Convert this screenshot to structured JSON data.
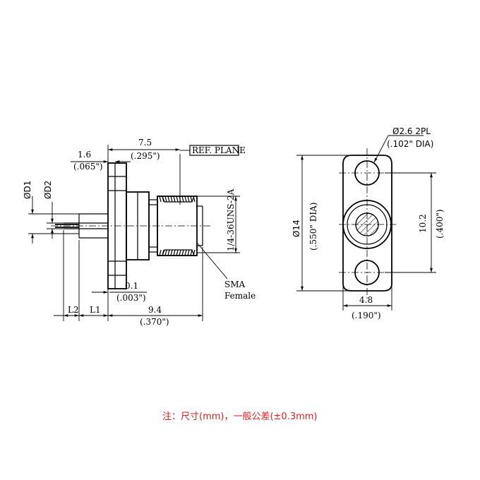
{
  "side_view": {
    "dim_1_6": "1.6",
    "dim_1_6_in": "(.065\")",
    "dim_7_5": "7.5",
    "dim_7_5_in": "(.295\")",
    "ref_plane": "REF. PLANE",
    "d1": "ØD1",
    "d2": "ØD2",
    "thread": "1/4-36UNS-2A",
    "sma_line1": "SMA",
    "sma_line2": "Female",
    "dim_0_1": "0.1",
    "dim_0_1_in": "(.003\")",
    "l2": "L2",
    "l1": "L1",
    "dim_9_4": "9.4",
    "dim_9_4_in": "(.370\")"
  },
  "front_view": {
    "hole_dim": "Ø2.6  2PL",
    "hole_dim_in": "(.102\"  DIA)",
    "dia_14": "Ø14",
    "dia_14_in": "(.550\"  DIA)",
    "dim_10_2": "10.2",
    "dim_10_2_in": "(.400\")",
    "dim_4_8": "4.8",
    "dim_4_8_in": "(.190\")"
  },
  "note": "注：尺寸(mm)，一般公差(±0.3mm)"
}
